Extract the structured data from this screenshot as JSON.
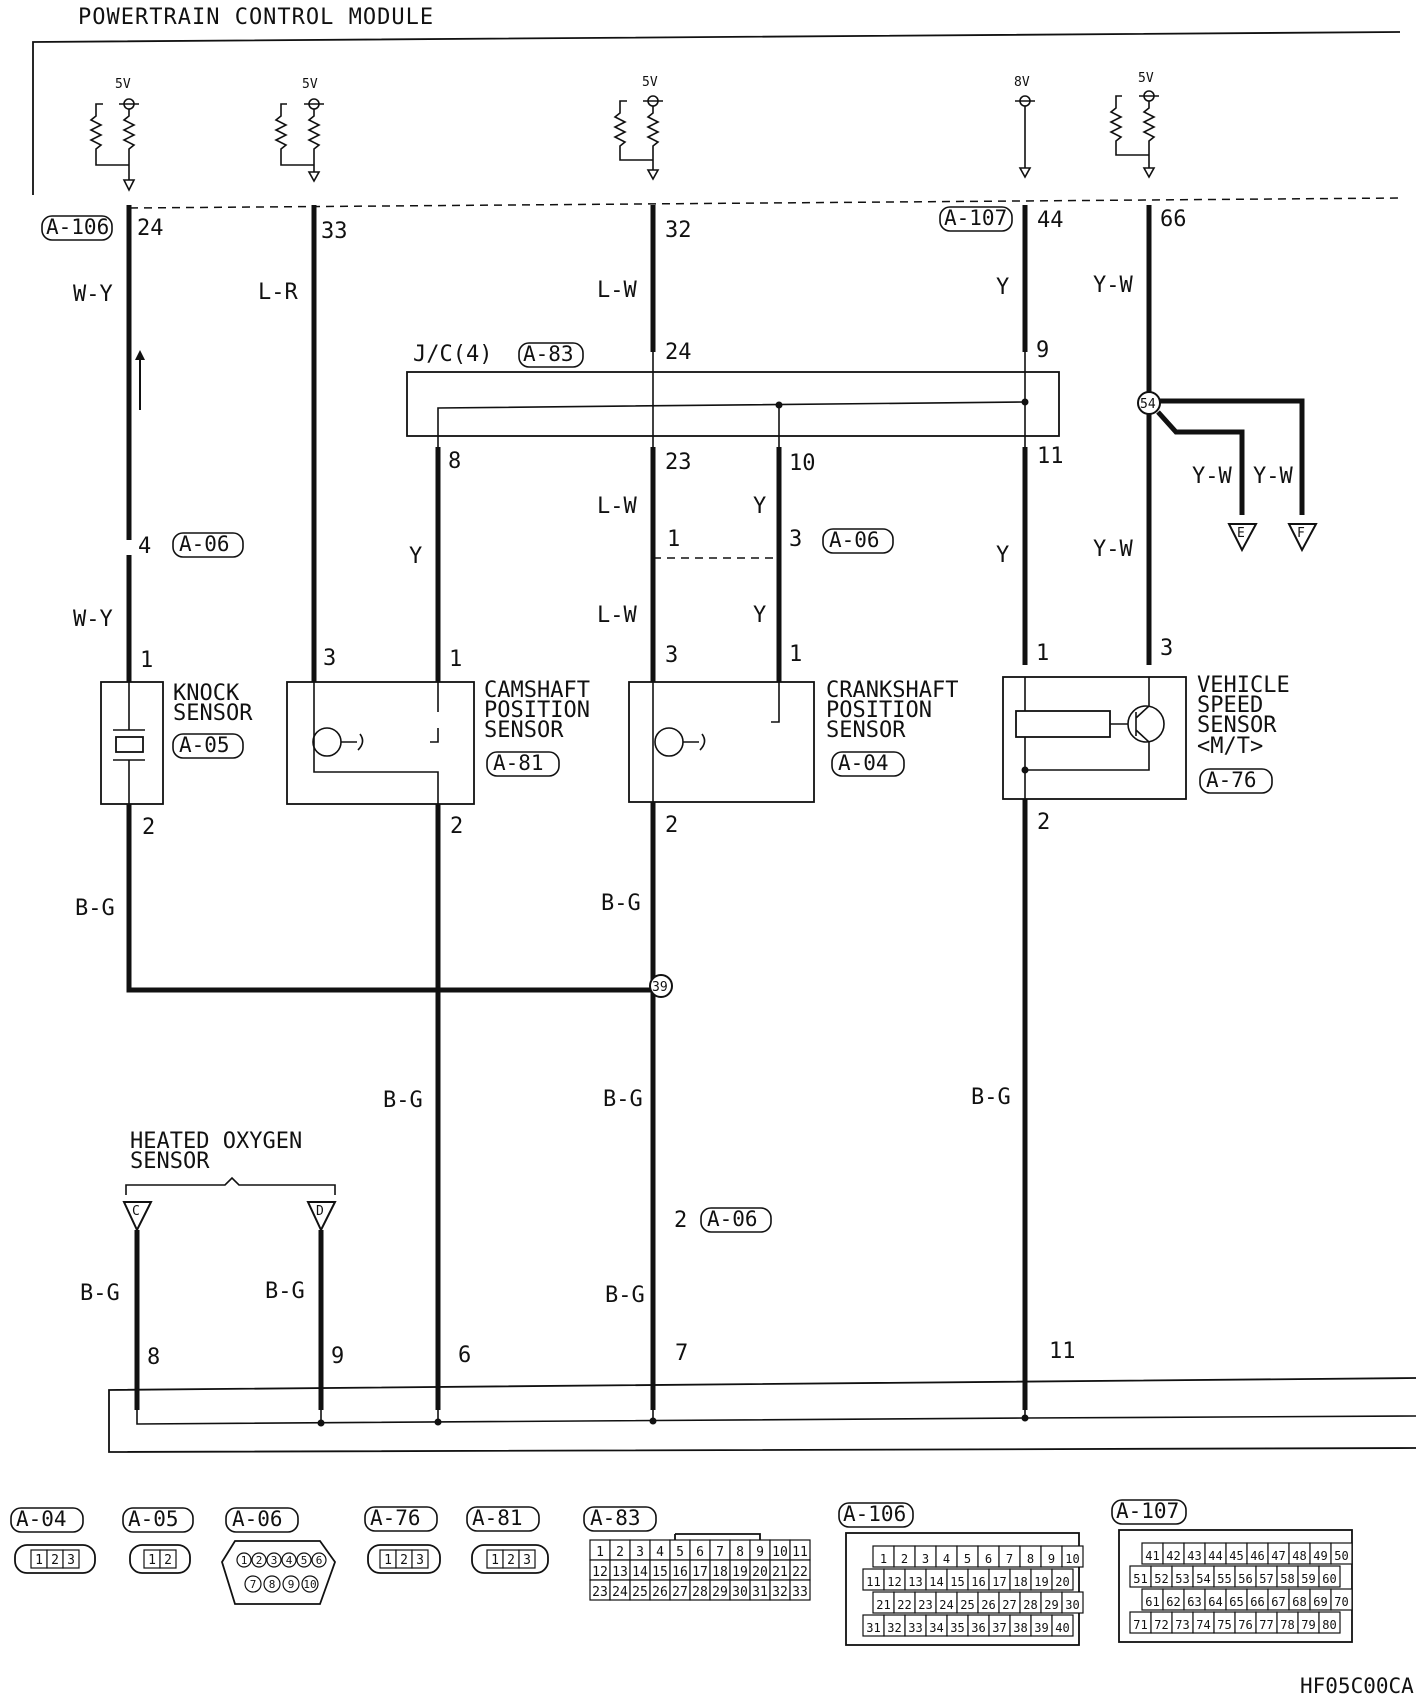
{
  "title": "POWERTRAIN CONTROL MODULE",
  "code": "HF05C00CA",
  "voltages": {
    "v5": "5V",
    "v8": "8V"
  },
  "connectors": {
    "a106": "A-106",
    "a107": "A-107",
    "a83": "A-83",
    "jc": "J/C(4)",
    "a06": "A-06",
    "a05": "A-05",
    "a81": "A-81",
    "a04": "A-04",
    "a76": "A-76"
  },
  "pins": {
    "p24": "24",
    "p33": "33",
    "p32": "32",
    "p44": "44",
    "p66": "66",
    "jc24": "24",
    "jc9": "9",
    "jc8": "8",
    "jc23": "23",
    "jc10": "10",
    "jc11": "11",
    "j4": "4",
    "j1": "1",
    "j3": "3",
    "k1": "1",
    "k2": "2",
    "c3": "3",
    "c1": "1",
    "c2": "2",
    "cr3": "3",
    "cr1": "1",
    "cr2": "2",
    "v1": "1",
    "v3": "3",
    "v2": "2",
    "j2": "2",
    "b8": "8",
    "b9": "9",
    "b6": "6",
    "b7": "7",
    "b11": "11"
  },
  "wires": {
    "wy": "W-Y",
    "lr": "L-R",
    "lw": "L-W",
    "y": "Y",
    "yw": "Y-W",
    "bg": "B-G"
  },
  "splices": {
    "s54": "54",
    "s39": "39"
  },
  "terminals": {
    "e": "E",
    "f": "F",
    "c": "C",
    "d": "D"
  },
  "components": {
    "knock": [
      "KNOCK",
      "SENSOR"
    ],
    "cam": [
      "CAMSHAFT",
      "POSITION",
      "SENSOR"
    ],
    "crank": [
      "CRANKSHAFT",
      "POSITION",
      "SENSOR"
    ],
    "vss": [
      "VEHICLE",
      "SPEED",
      "SENSOR",
      "<M/T>"
    ],
    "ho2s": [
      "HEATED OXYGEN",
      "SENSOR"
    ]
  },
  "legend": {
    "a04": [
      "1",
      "2",
      "3"
    ],
    "a05": [
      "1",
      "2"
    ],
    "a06_top": [
      "1",
      "2",
      "3",
      "4",
      "5",
      "6"
    ],
    "a06_bot": [
      "7",
      "8",
      "9",
      "10"
    ],
    "a76": [
      "1",
      "2",
      "3"
    ],
    "a81": [
      "1",
      "2",
      "3"
    ],
    "a83_rows": [
      [
        "1",
        "2",
        "3",
        "4",
        "5",
        "6",
        "7",
        "8",
        "9",
        "10",
        "11"
      ],
      [
        "12",
        "13",
        "14",
        "15",
        "16",
        "17",
        "18",
        "19",
        "20",
        "21",
        "22"
      ],
      [
        "23",
        "24",
        "25",
        "26",
        "27",
        "28",
        "29",
        "30",
        "31",
        "32",
        "33"
      ]
    ],
    "a106_rows": [
      [
        "1",
        "2",
        "3",
        "4",
        "5",
        "6",
        "7",
        "8",
        "9",
        "10"
      ],
      [
        "11",
        "12",
        "13",
        "14",
        "15",
        "16",
        "17",
        "18",
        "19",
        "20"
      ],
      [
        "21",
        "22",
        "23",
        "24",
        "25",
        "26",
        "27",
        "28",
        "29",
        "30"
      ],
      [
        "31",
        "32",
        "33",
        "34",
        "35",
        "36",
        "37",
        "38",
        "39",
        "40"
      ]
    ],
    "a107_rows": [
      [
        "41",
        "42",
        "43",
        "44",
        "45",
        "46",
        "47",
        "48",
        "49",
        "50"
      ],
      [
        "51",
        "52",
        "53",
        "54",
        "55",
        "56",
        "57",
        "58",
        "59",
        "60"
      ],
      [
        "61",
        "62",
        "63",
        "64",
        "65",
        "66",
        "67",
        "68",
        "69",
        "70"
      ],
      [
        "71",
        "72",
        "73",
        "74",
        "75",
        "76",
        "77",
        "78",
        "79",
        "80"
      ]
    ]
  }
}
